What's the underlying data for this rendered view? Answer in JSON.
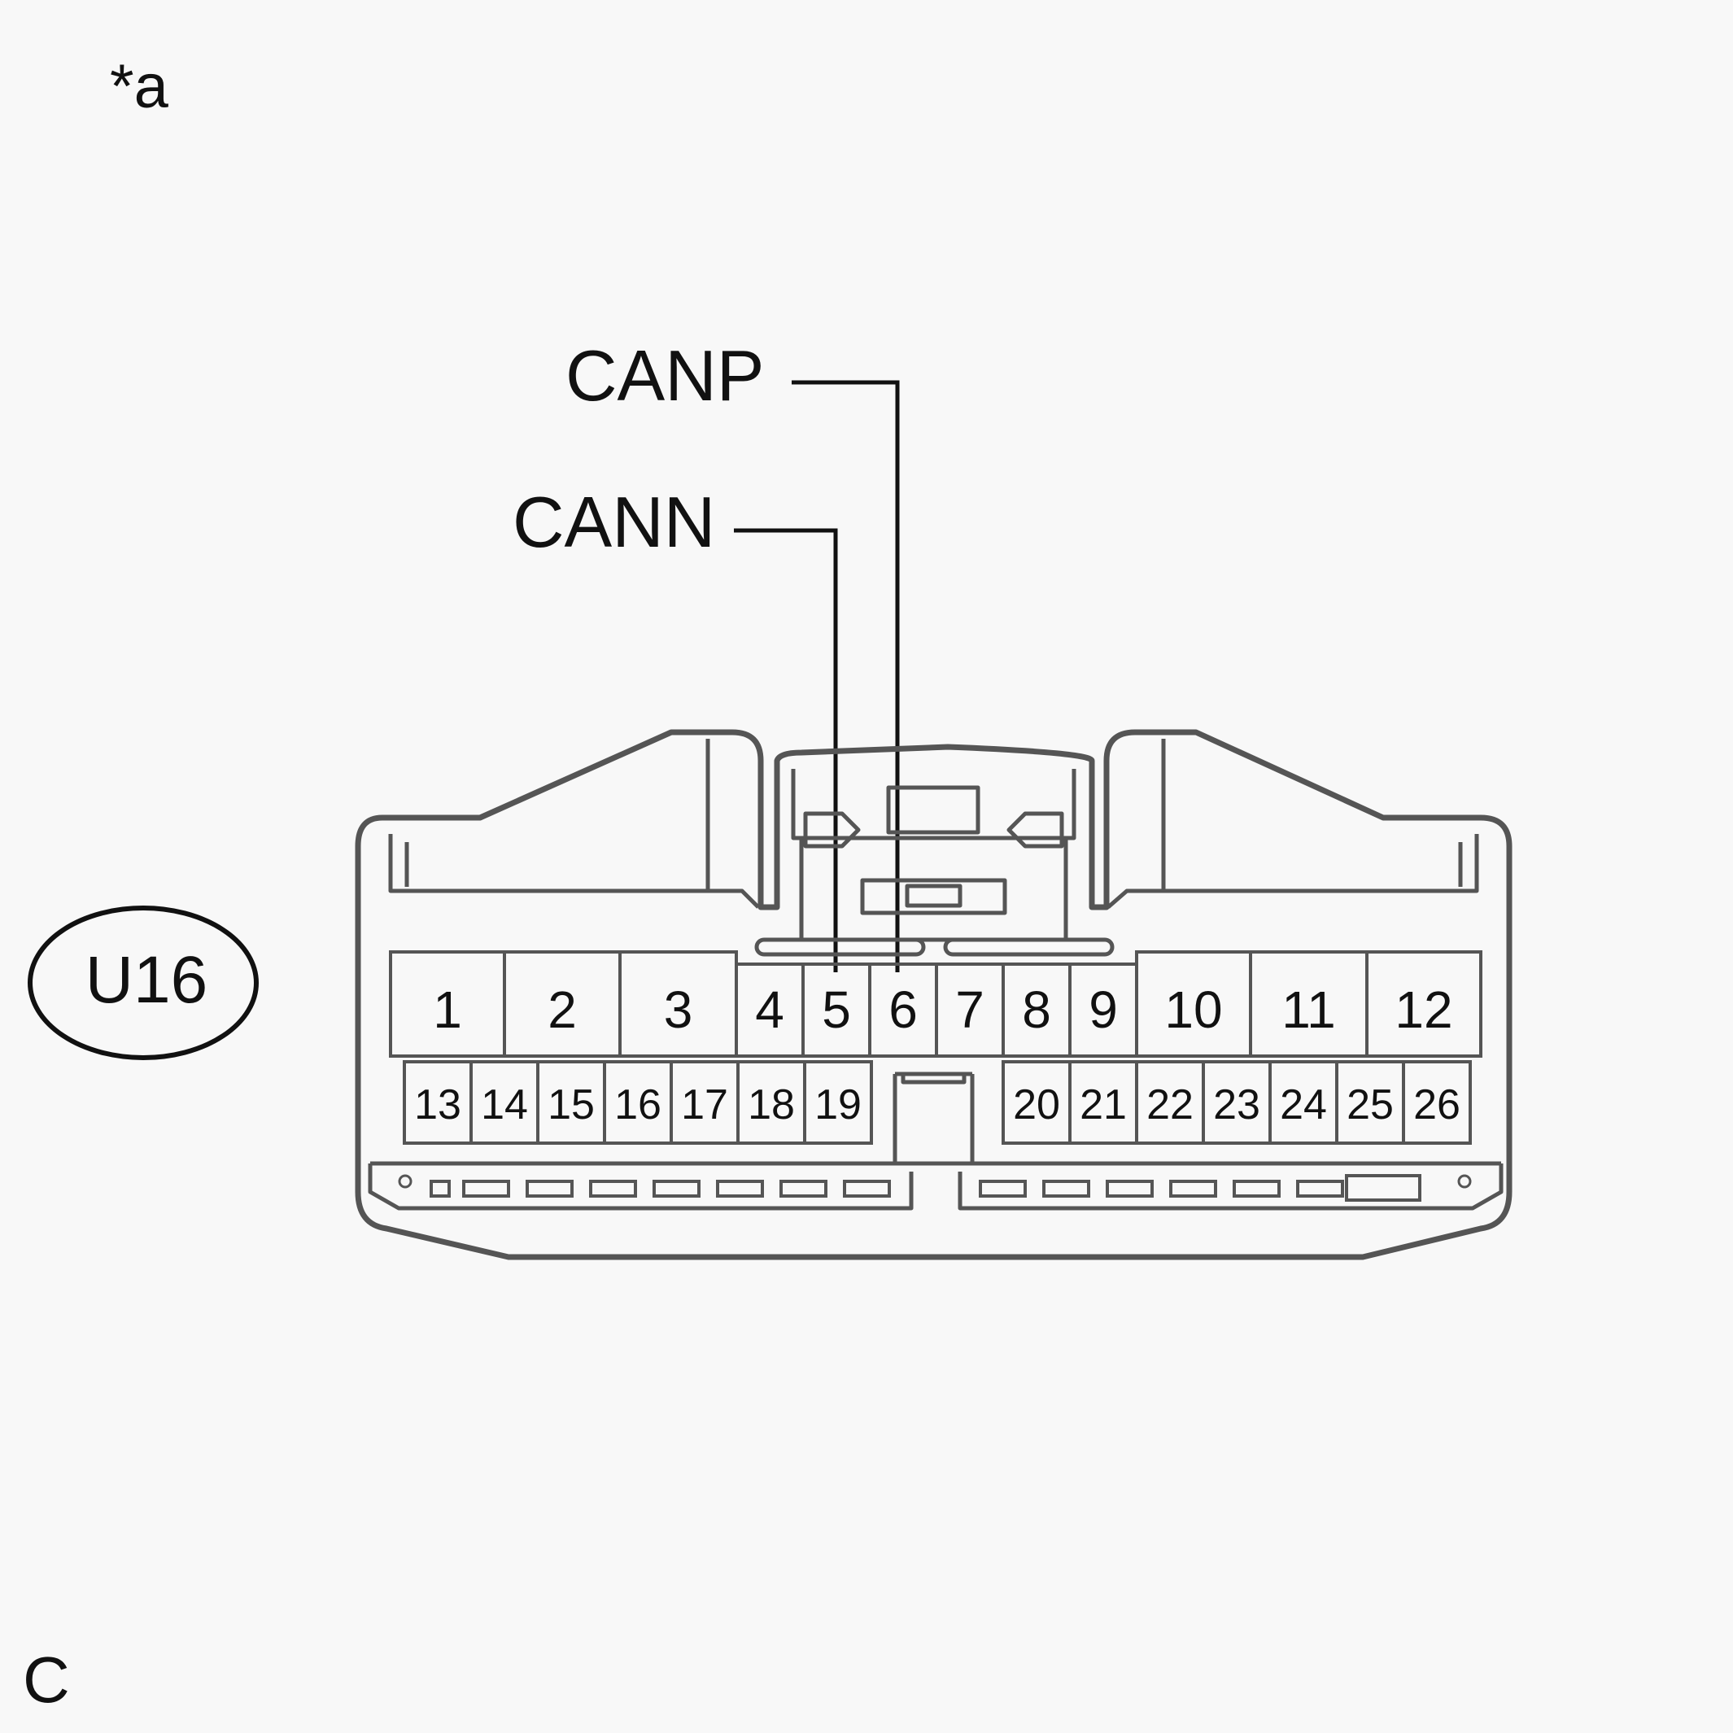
{
  "figure_label": "*a",
  "corner_label": "C",
  "connector_code": "U16",
  "signals": {
    "canp": {
      "name": "CANP",
      "pin": "6"
    },
    "cann": {
      "name": "CANN",
      "pin": "5"
    }
  },
  "pins_top": [
    "1",
    "2",
    "3",
    "4",
    "5",
    "6",
    "7",
    "8",
    "9",
    "10",
    "11",
    "12"
  ],
  "pins_bottom": [
    "13",
    "14",
    "15",
    "16",
    "17",
    "18",
    "19",
    "20",
    "21",
    "22",
    "23",
    "24",
    "25",
    "26"
  ],
  "colors": {
    "ink": "#111111",
    "background": "#f8f8f8",
    "housing": "#555555"
  }
}
